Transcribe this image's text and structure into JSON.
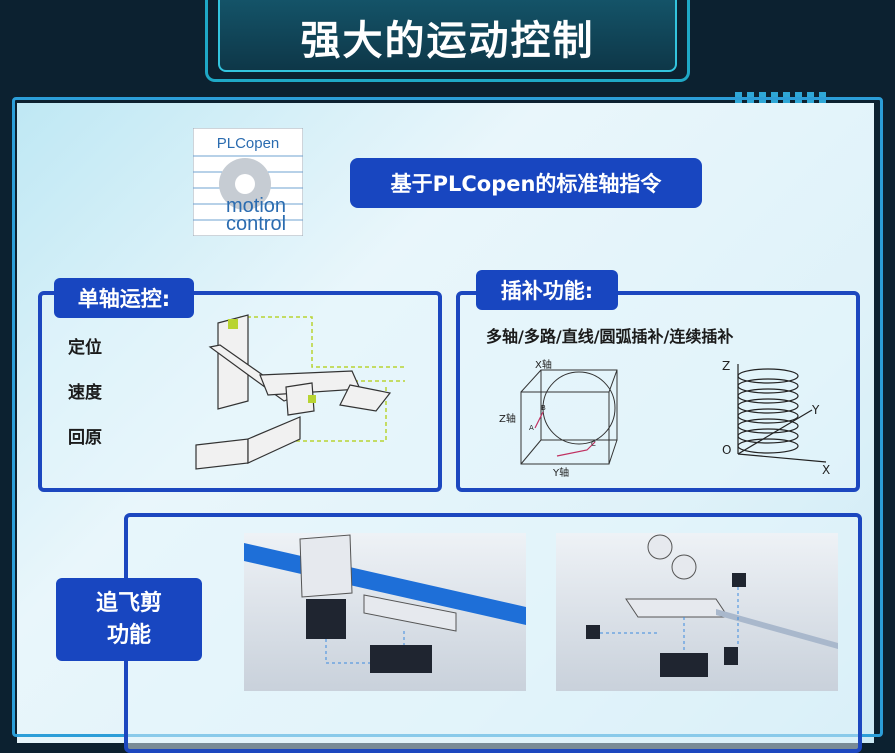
{
  "header": {
    "title": "强大的运动控制"
  },
  "plcopen_logo": {
    "line1": "PLCopen",
    "line2": "motion",
    "line3": "control"
  },
  "standard_badge": "基于PLCopen的标准轴指令",
  "single_axis": {
    "title": "单轴运控:",
    "items": [
      "定位",
      "速度",
      "回原"
    ]
  },
  "interpolation": {
    "title": "插补功能:",
    "subtitle": "多轴/多路/直线/圆弧插补/连续插补",
    "cube_labels": {
      "x": "X轴",
      "y": "Y轴",
      "z": "Z轴",
      "a": "A",
      "b": "B",
      "c": "C"
    },
    "helix_labels": {
      "z": "Z",
      "y": "Y",
      "x": "X",
      "o": "O"
    }
  },
  "flying_shear": {
    "title_line1": "追飞剪",
    "title_line2": "功能"
  },
  "colors": {
    "accent_blue": "#1846c0",
    "frame_cyan": "#2c9ed8",
    "background": "#0c2130"
  }
}
